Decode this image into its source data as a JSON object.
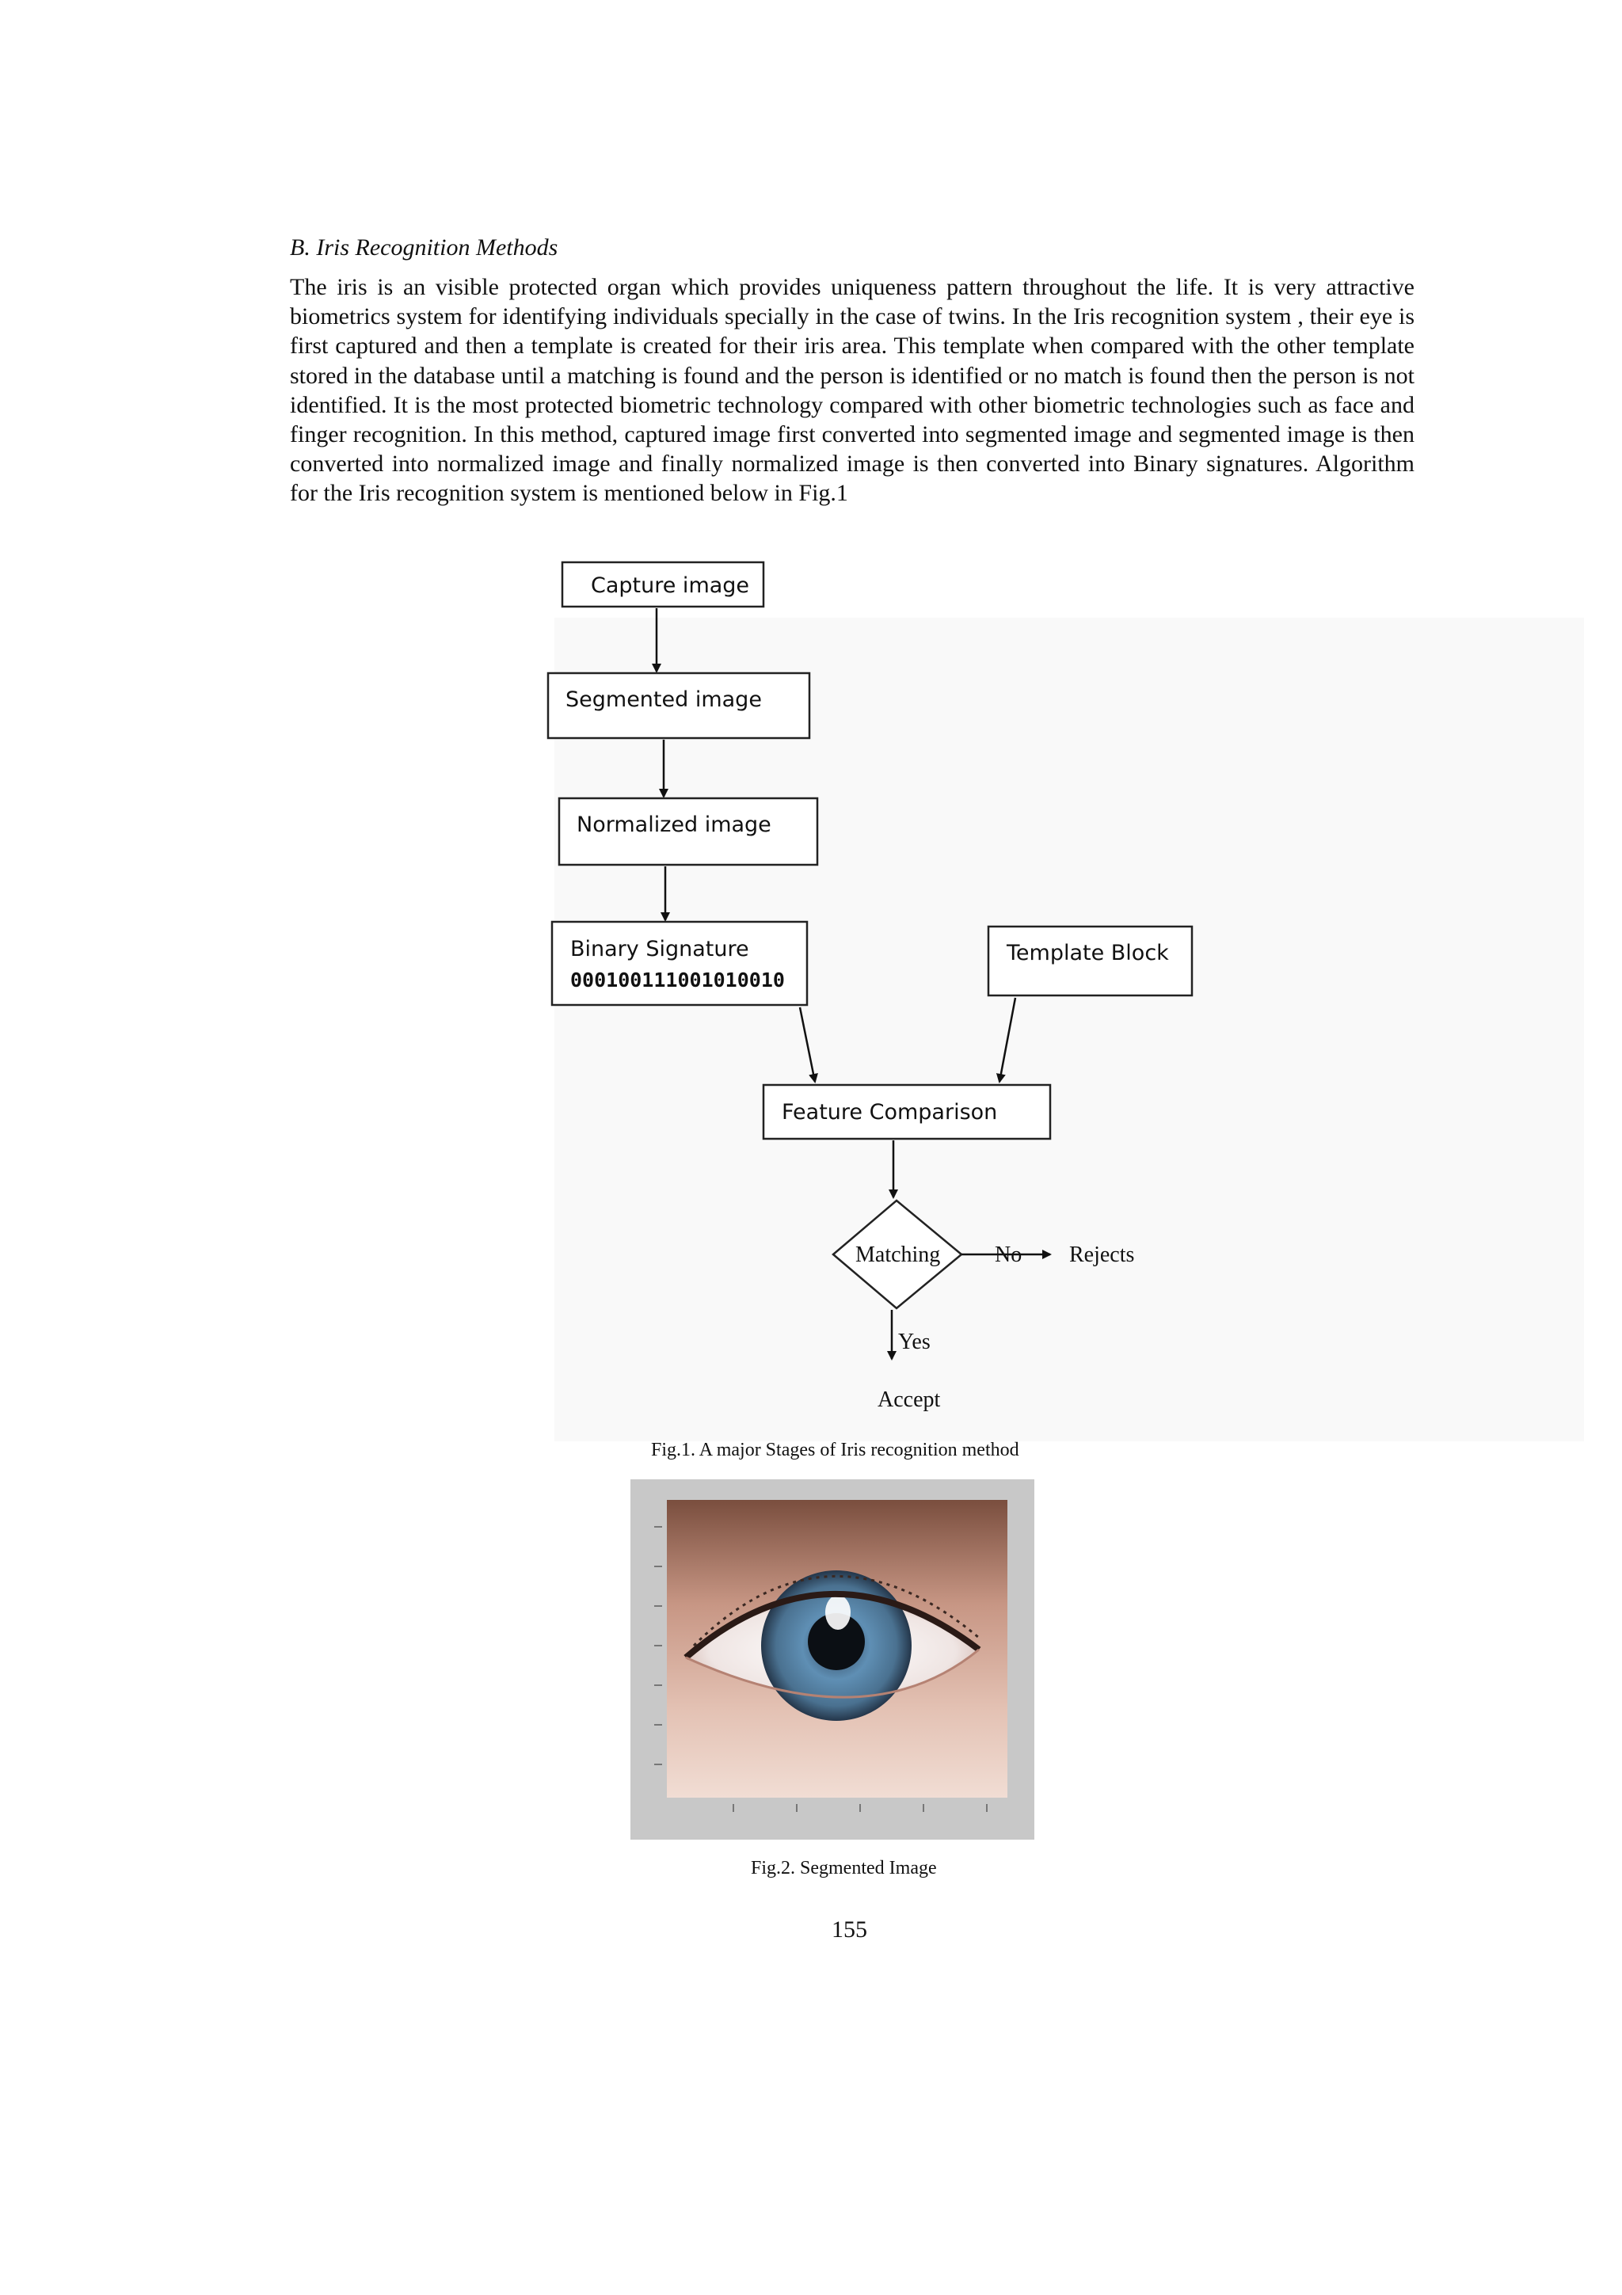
{
  "section": {
    "heading": "B. Iris Recognition Methods",
    "paragraph": "The iris is an visible protected organ which provides uniqueness pattern throughout the life. It is very attractive biometrics system for identifying individuals specially in the case of twins. In the Iris recognition system , their eye is first captured and then a template is created for their iris area. This template when compared with the other template stored in the database until a matching is found and the person is identified or no match is found then the person is not identified. It is the most protected biometric technology compared with other biometric technologies such as face and finger recognition. In this method, captured image first converted into segmented image and segmented image is then converted into normalized image and finally normalized image is then converted into Binary signatures. Algorithm for the Iris recognition system is mentioned below in Fig.1"
  },
  "flowchart": {
    "capture": "Capture image",
    "segmented": "Segmented image",
    "normalized": "Normalized image",
    "binary_title": "Binary Signature",
    "binary_code": "000100111001010010",
    "template": "Template Block",
    "comparison": "Feature Comparison",
    "decision": "Matching",
    "no_label": "No",
    "reject": "Rejects",
    "yes_label": "Yes",
    "accept": "Accept"
  },
  "figures": {
    "fig1_caption": "Fig.1. A major Stages of Iris recognition method",
    "fig2_caption": "Fig.2. Segmented Image"
  },
  "page": {
    "number": "155"
  }
}
